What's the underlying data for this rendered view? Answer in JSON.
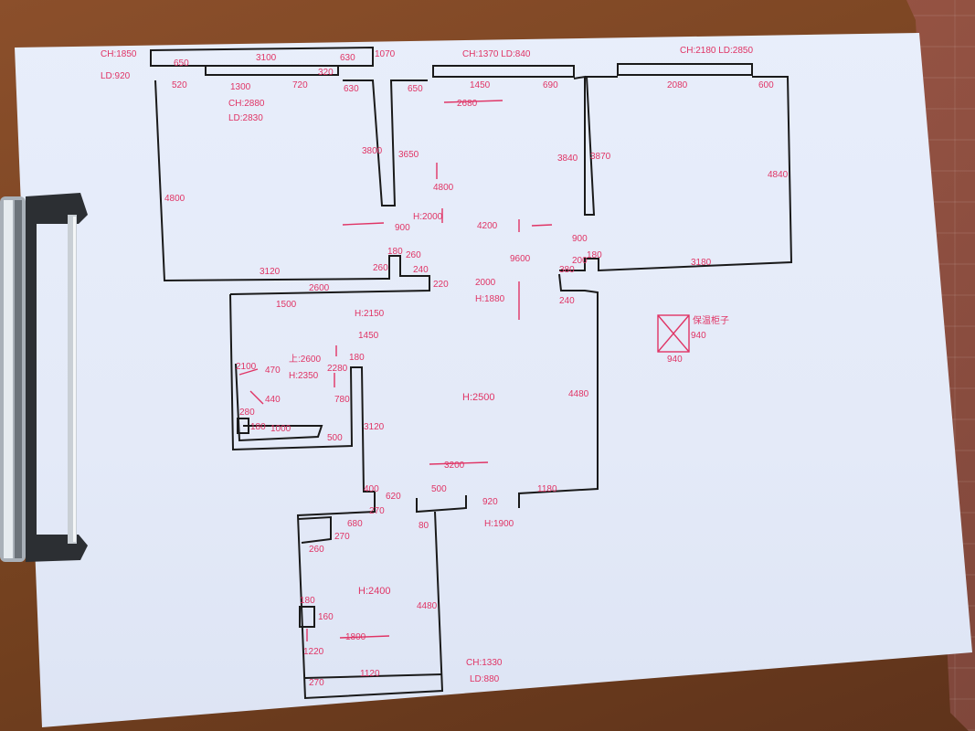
{
  "photo": {
    "subject": "hand-drawn floor plan on clipboard",
    "colors": {
      "ink_red": "#e03465",
      "ink_black": "#1a1a1a",
      "paper": "#e6ecf9",
      "board": "#7a4322"
    }
  },
  "labels": {
    "win_top_left": "CH:1850",
    "win_top_left_ld": "LD:920",
    "top_3100": "3100",
    "top_650": "650",
    "top_1070": "1070",
    "top_520": "520",
    "top_1300": "1300",
    "top_720": "720",
    "top_320": "320",
    "top_630": "630",
    "room1_ch": "CH:2880",
    "room1_ld": "LD:2830",
    "mid_ch": "CH:1370 LD:840",
    "mid_650": "650",
    "mid_1450": "1450",
    "mid_690": "690",
    "mid_2680": "2680",
    "right_ch": "CH:2180 LD:2850",
    "right_2080": "2080",
    "right_600": "600",
    "room1_4800": "4800",
    "room1_3800": "3800",
    "mid_3650": "3650",
    "mid_4800": "4800",
    "mid_h2000": "H:2000",
    "mid_3840": "3840",
    "right_3870": "3870",
    "right_4840": "4840",
    "hall_900": "900",
    "hall_4200": "4200",
    "hall_900b": "900",
    "hall_9600": "9600",
    "room1_3120": "3120",
    "room1_180": "180",
    "room1_260": "260",
    "room1_260b": "260",
    "room1_240": "240",
    "room1_220": "220",
    "right_200": "200",
    "right_180": "180",
    "right_380": "380",
    "right_3180": "3180",
    "right_240": "240",
    "bath_1500": "1500",
    "bath_2600": "2600",
    "hall_2000": "2000",
    "hall_h1880": "H:1880",
    "bath_h2150": "H:2150",
    "bath_1450": "1450",
    "bath_top2600": "上:2600",
    "bath_h2350": "H:2350",
    "bath_2100": "2100",
    "bath_470": "470",
    "bath_440": "440",
    "bath_2280": "2280",
    "bath_180": "180",
    "bath_780": "780",
    "bath_280": "280",
    "bath_180b": "180",
    "bath_1000": "1000",
    "bath_500": "500",
    "bath_3120": "3120",
    "living_h2500": "H:2500",
    "living_4480": "4480",
    "cabinet_label": "保温柜子",
    "cabinet_940": "940",
    "cabinet_940b": "940",
    "living_3200": "3200",
    "living_500": "500",
    "living_920": "920",
    "living_h1900": "H:1900",
    "living_1180": "1180",
    "k_400": "400",
    "k_270": "270",
    "k_620": "620",
    "k_680": "680",
    "k_270b": "270",
    "k_260": "260",
    "k_80": "80",
    "k_h2400": "H:2400",
    "k_4480": "4480",
    "k_180": "180",
    "k_160": "160",
    "k_1800": "1800",
    "k_1220": "1220",
    "k_270c": "270",
    "k_1120": "1120",
    "k_ch": "CH:1330",
    "k_ld": "LD:880"
  }
}
